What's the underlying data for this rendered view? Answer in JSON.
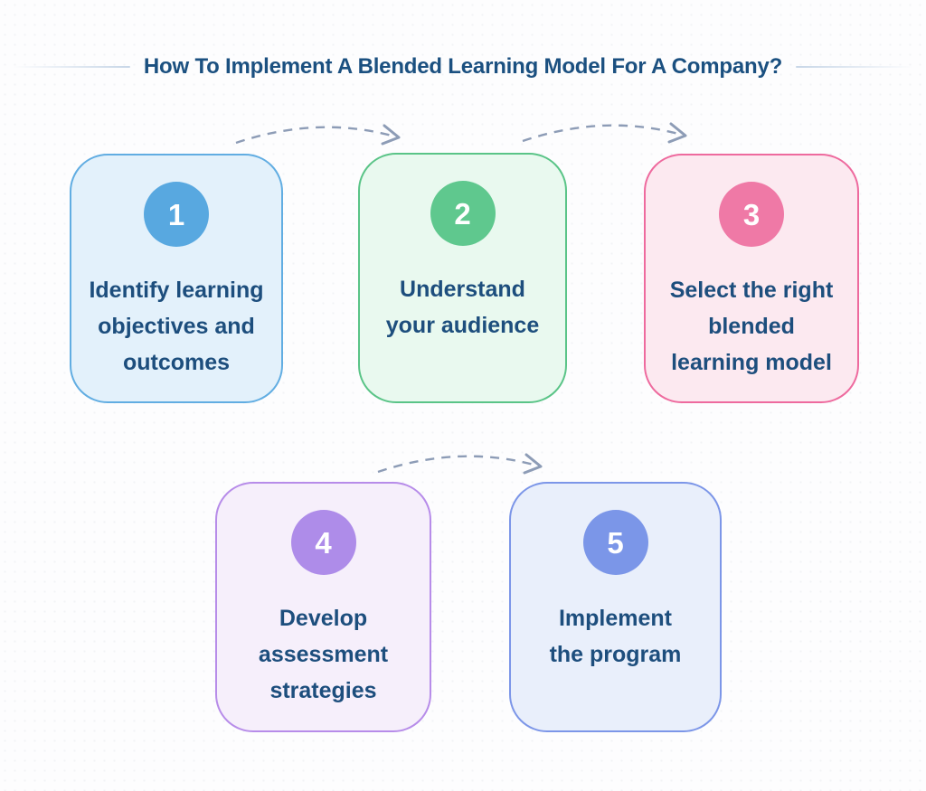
{
  "title": {
    "text": "How To Implement A Blended Learning Model For A Company?",
    "color": "#1b5080"
  },
  "step_text_color": "#1d4e7d",
  "arrow_color": "#8d9cb6",
  "steps": [
    {
      "number": "1",
      "label": "Identify learning objectives and outcomes",
      "lines": [
        "Identify learning",
        "objectives and",
        "outcomes"
      ],
      "colors": {
        "bg": "#e3f1fb",
        "border": "#61ade2",
        "circle": "#58a8e0"
      }
    },
    {
      "number": "2",
      "label": "Understand your audience",
      "lines": [
        "Understand",
        "your audience"
      ],
      "colors": {
        "bg": "#e9f9ef",
        "border": "#5ac487",
        "circle": "#5fc88e"
      }
    },
    {
      "number": "3",
      "label": "Select the right blended learning model",
      "lines": [
        "Select the right",
        "blended",
        "learning model"
      ],
      "colors": {
        "bg": "#fce9f0",
        "border": "#ee6a9e",
        "circle": "#ef79a6"
      }
    },
    {
      "number": "4",
      "label": "Develop assessment strategies",
      "lines": [
        "Develop",
        "assessment",
        "strategies"
      ],
      "colors": {
        "bg": "#f6effb",
        "border": "#b78ce9",
        "circle": "#ae8ce9"
      }
    },
    {
      "number": "5",
      "label": "Implement the program",
      "lines": [
        "Implement",
        "the program"
      ],
      "colors": {
        "bg": "#e9effb",
        "border": "#7c96e8",
        "circle": "#7b96e8"
      }
    }
  ],
  "connections": [
    {
      "from": "1",
      "to": "2"
    },
    {
      "from": "2",
      "to": "3"
    },
    {
      "from": "4",
      "to": "5"
    }
  ]
}
